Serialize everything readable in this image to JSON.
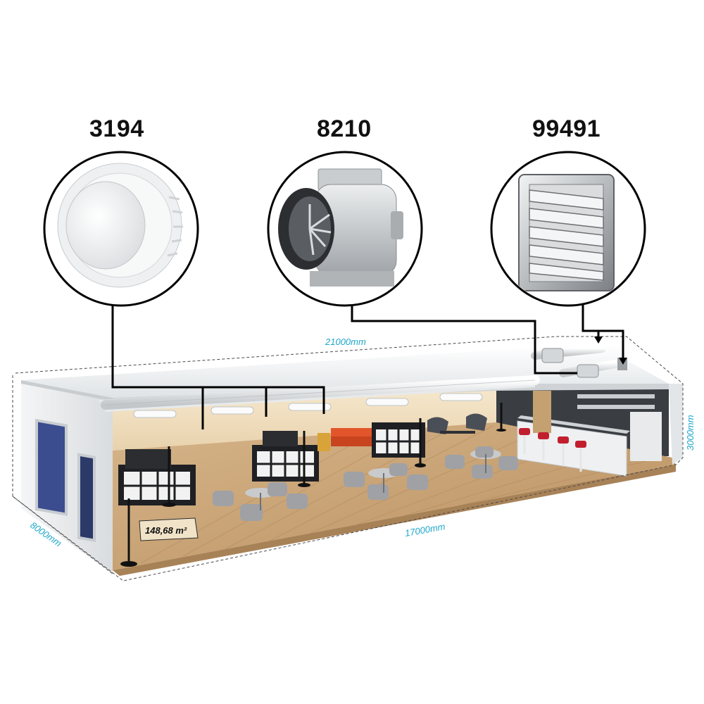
{
  "products": [
    {
      "code": "3194",
      "icon": "round-air-valve-icon"
    },
    {
      "code": "8210",
      "icon": "inline-duct-fan-icon"
    },
    {
      "code": "99491",
      "icon": "louvred-wall-vent-icon"
    }
  ],
  "dimensions": {
    "top_length": "21000mm",
    "bottom_length": "17000mm",
    "depth": "8000mm",
    "height": "3000mm"
  },
  "room": {
    "area": "148,68 m²"
  },
  "colors": {
    "dimension": "#1ea7c9",
    "connector": "#000000",
    "floor": "#c9a57a",
    "wall": "#eef0f2",
    "seating_accent": "#e2552b"
  }
}
